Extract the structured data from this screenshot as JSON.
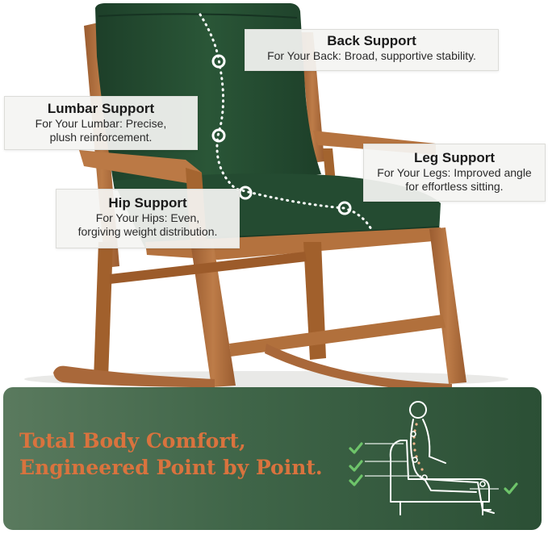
{
  "callouts": {
    "back": {
      "title": "Back Support",
      "desc": [
        "For Your Back: Broad, supportive stability."
      ]
    },
    "lumbar": {
      "title": "Lumbar Support",
      "desc": [
        "For Your Lumbar: Precise,",
        "plush reinforcement."
      ]
    },
    "leg": {
      "title": "Leg Support",
      "desc": [
        "For Your Legs: Improved angle",
        "for effortless sitting."
      ]
    },
    "hip": {
      "title": "Hip Support",
      "desc": [
        "For Your Hips: Even,",
        "forgiving weight distribution."
      ]
    }
  },
  "banner": {
    "line1": "Total Body Comfort,",
    "line2": "Engineered Point by Point."
  },
  "colors": {
    "cushion": "#234a30",
    "wood": "#b0703f",
    "banner_green": "#3f6548",
    "tagline_orange": "#d9733e",
    "check_green": "#6ec46a"
  },
  "icons": [
    "check-icon",
    "seated-person-icon"
  ]
}
